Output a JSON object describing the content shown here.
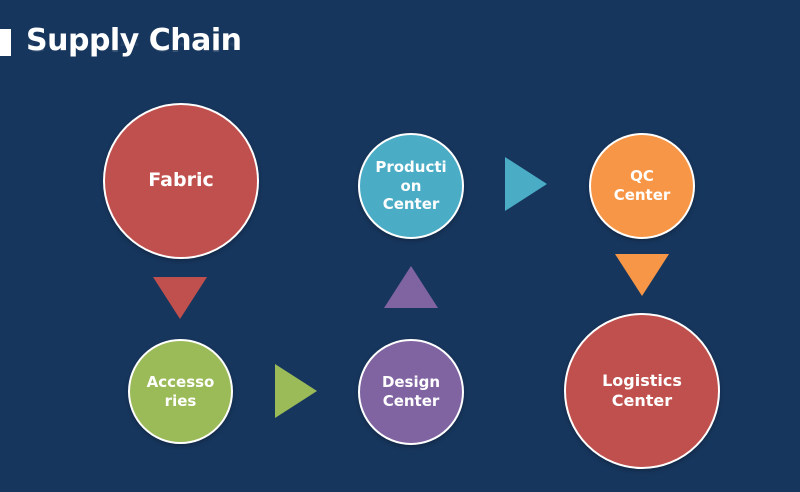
{
  "title": "Supply Chain",
  "colors": {
    "background": "#17365d",
    "red": "#c0504d",
    "green": "#9bbb59",
    "purple": "#8064a2",
    "teal": "#4bacc6",
    "orange": "#f79646"
  },
  "nodes": {
    "fabric": "Fabric",
    "accessories": "Accesso\nries",
    "design": "Design\nCenter",
    "production": "Producti\non\nCenter",
    "qc": "QC\nCenter",
    "logistics": "Logistics\nCenter"
  }
}
